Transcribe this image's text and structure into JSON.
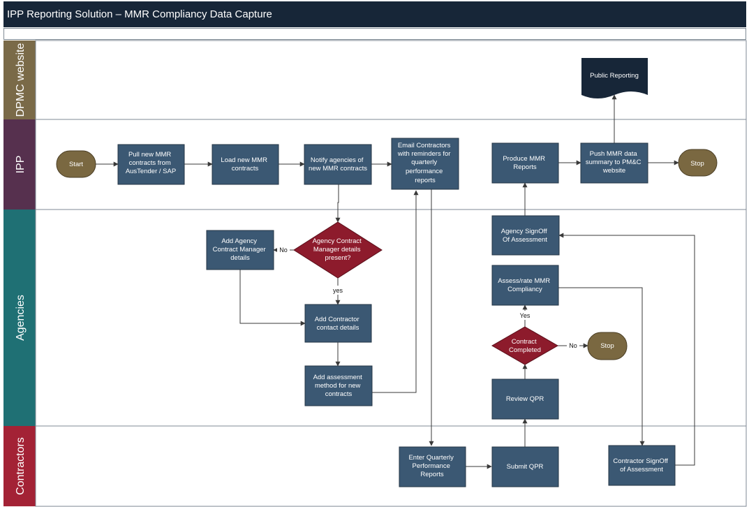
{
  "title": "IPP Reporting Solution – MMR Compliancy Data Capture",
  "lanes": {
    "dpmc": "DPMC website",
    "ipp": "IPP",
    "agencies": "Agencies",
    "contractors": "Contractors"
  },
  "nodes": {
    "start": [
      "Start"
    ],
    "pull": [
      "Pull new MMR",
      "contracts from",
      "AusTender / SAP"
    ],
    "load": [
      "Load new MMR",
      "contracts"
    ],
    "notify": [
      "Notify agencies of",
      "new MMR contracts"
    ],
    "email": [
      "Email Contractors",
      "with reminders for",
      "quarterly",
      "performance",
      "reports"
    ],
    "produce": [
      "Produce MMR",
      "Reports"
    ],
    "push": [
      "Push MMR data",
      "summary to PM&C",
      "website"
    ],
    "stop_ipp": [
      "Stop"
    ],
    "public": [
      "Public Reporting"
    ],
    "decision_manager": [
      "Agency Contract",
      "Manager details",
      "present?"
    ],
    "add_manager": [
      "Add Agency",
      "Contract Manager",
      "details"
    ],
    "add_contractor": [
      "Add Contractor",
      "contact details"
    ],
    "add_assessment": [
      "Add assessment",
      "method for new",
      "contracts"
    ],
    "signoff_agency": [
      "Agency SignOff",
      "Of Assessment"
    ],
    "assess": [
      "Assess/rate MMR",
      "Compliancy"
    ],
    "decision_completed": [
      "Contract",
      "Completed"
    ],
    "stop_agencies": [
      "Stop"
    ],
    "review": [
      "Review QPR"
    ],
    "enter": [
      "Enter Quarterly",
      "Performance",
      "Reports"
    ],
    "submit": [
      "Submit QPR"
    ],
    "signoff_contractor": [
      "Contractor SignOff",
      "of Assessment"
    ]
  },
  "flow_labels": {
    "no_manager": "No",
    "yes_manager": "yes",
    "yes_completed": "Yes",
    "no_completed": "No"
  },
  "colors": {
    "title_bar": "#172638",
    "process": "#3b5873",
    "decision": "#8d1b2c",
    "terminator": "#7a6841",
    "lane_dpmc": "#7a6a48",
    "lane_ipp": "#56304e",
    "lane_agencies": "#1f7074",
    "lane_contractors": "#a32235",
    "line": "#3a3a3a"
  }
}
